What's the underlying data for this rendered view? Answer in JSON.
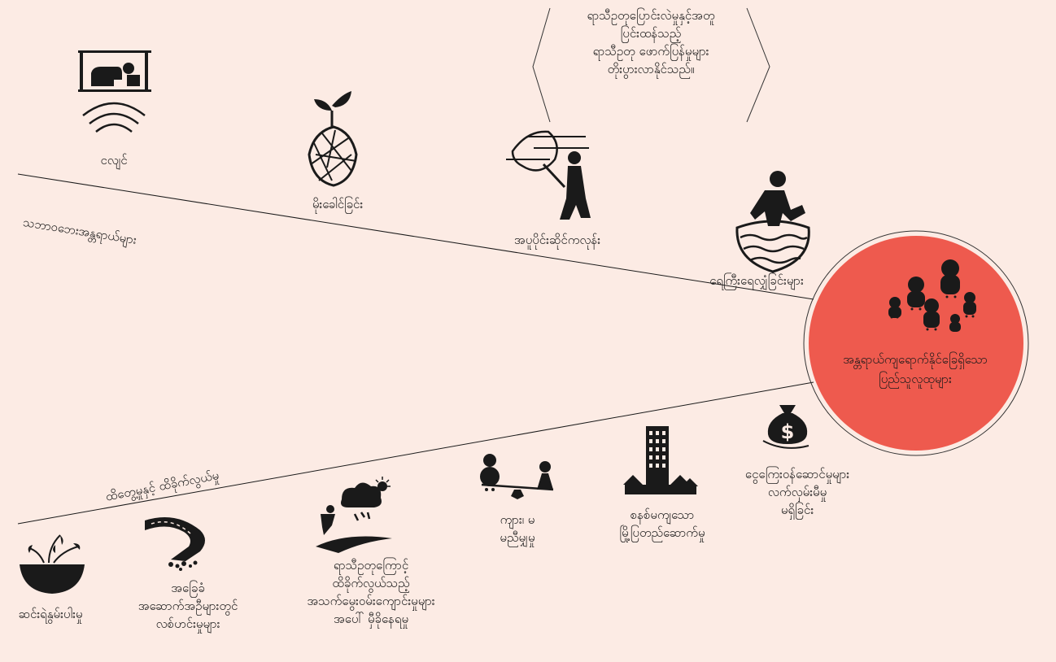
{
  "callout": {
    "line1": "ရာသီဥတုပြောင်းလဲမှုနှင့်အတူ",
    "line2": "ပြင်းထန်သည့်",
    "line3": "ရာသီဥတု ဖောက်ပြန်မှုများ",
    "line4": "တိုးပွားလာနိုင်သည်။"
  },
  "branches": {
    "upper": "သဘာဝဘေးအန္တရာယ်များ",
    "lower": "ထိတွေ့မှုနှင့် ထိခိုက်လွယ်မှု"
  },
  "hazards": {
    "earthquake": "ငလျင်",
    "drought": "မိုးခေါင်ခြင်း",
    "storm": "အပူပိုင်းဆိုင်ကလုန်း",
    "flood": "ရေကြီးရေလျှံခြင်းများ"
  },
  "center": {
    "line1": "အန္တရာယ်ကျရောက်နိုင်ခြေရှိသော",
    "line2": "ပြည်သူလူထုများ"
  },
  "vulnerabilities": {
    "degradation": "ဆင်းရဲနွမ်းပါးမှု",
    "infra": {
      "line1": "အခြေခံ",
      "line2": "အဆောက်အဦများတွင်",
      "line3": "လစ်ဟင်းမှုများ"
    },
    "livelihood": {
      "line1": "ရာသီဥတုကြောင့်",
      "line2": "ထိခိုက်လွယ်သည့်",
      "line3": "အသက်မွေးဝမ်းကျောင်းမှုများ",
      "line4": "အပေါ် မှီခိုနေရမှု"
    },
    "gender": {
      "line1": "ကျား၊ မ",
      "line2": "မညီမျှမှု"
    },
    "urban": {
      "line1": "စနစ်မကျသော",
      "line2": "မြို့ပြတည်ဆောက်မှု"
    },
    "finance": {
      "line1": "ငွေကြေးဝန်ဆောင်မှုများ",
      "line2": "လက်လှမ်းမီမှု",
      "line3": "မရှိခြင်း"
    }
  },
  "colors": {
    "background": "#fcebe4",
    "center_fill": "#ee5a4e",
    "ink": "#1a1a1a"
  }
}
